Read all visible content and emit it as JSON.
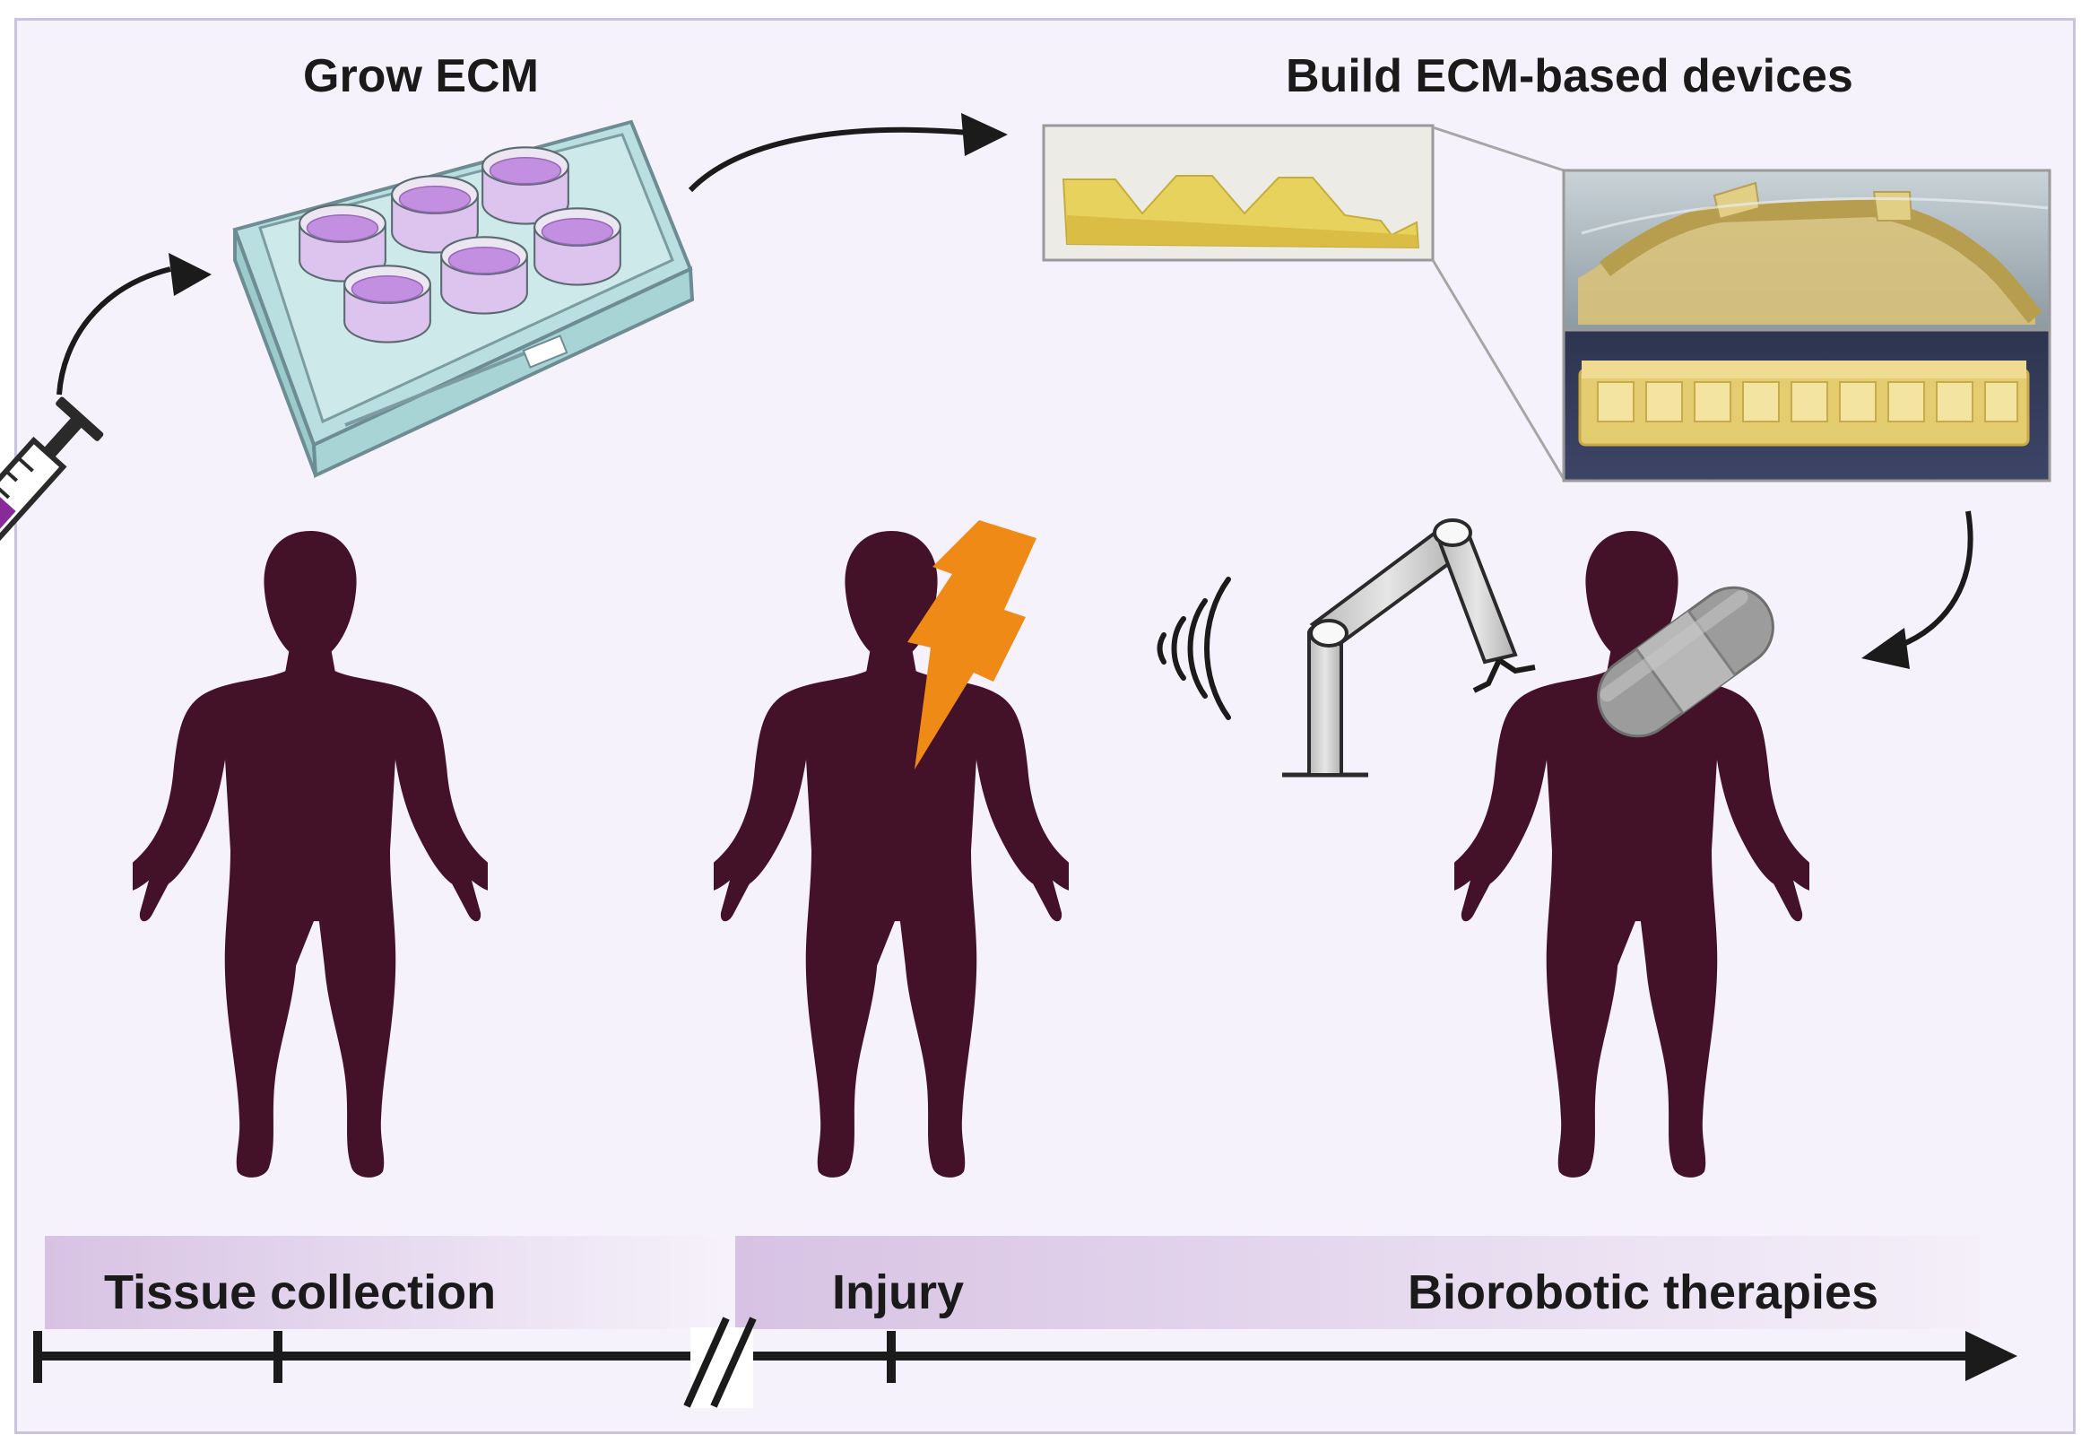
{
  "titles": {
    "grow": "Grow ECM",
    "build": "Build ECM-based devices"
  },
  "timeline": {
    "stages": [
      "Tissue collection",
      "Injury",
      "Biorobotic therapies"
    ]
  },
  "colors": {
    "background": "#f6f2fb",
    "figure": "#431229",
    "band": "#d9c5e4",
    "lightning": "#f08a16",
    "well_liquid": "#c794e2",
    "ecm_device": "#e8d25e",
    "robot_arm": "#d4d4d4",
    "syringe_fill": "#8a2a9a",
    "axis": "#1b1b1b"
  },
  "icons": [
    "syringe-icon",
    "well-plate-icon",
    "human-figure-icon",
    "lightning-icon",
    "signal-waves-icon",
    "robot-arm-icon",
    "bandage-icon",
    "arrow-icon"
  ]
}
